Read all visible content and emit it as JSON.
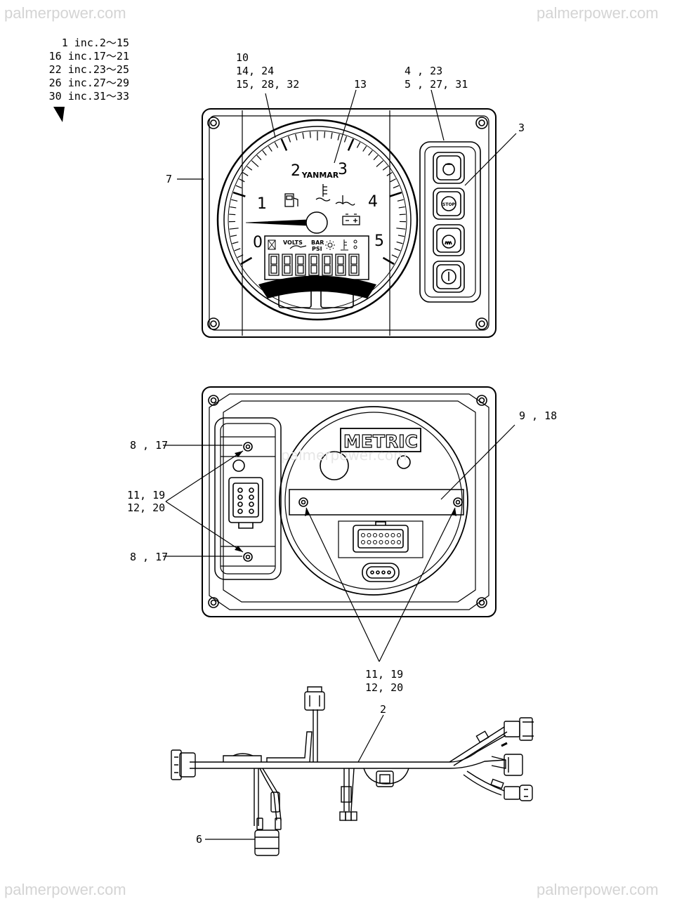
{
  "watermarks": {
    "top_left": "palmerpower.com",
    "top_right": "palmerpower.com",
    "center": "palmerpower.com",
    "bottom_left": "palmerpower.com",
    "bottom_right": "palmerpower.com"
  },
  "inclusion_notes": [
    "1 inc.2～15",
    "16 inc.17～21",
    "22 inc.23～25",
    "26 inc.27～29",
    "30 inc.31～33"
  ],
  "front_view": {
    "gauge_brand": "YANMAR",
    "dial_numbers": [
      "0",
      "1",
      "2",
      "3",
      "4",
      "5"
    ],
    "lcd_labels": {
      "volts": "VOLTS",
      "bar": "BAR",
      "psi": "PSI"
    },
    "button_stop_label": "STOP",
    "callouts": {
      "c10": "10",
      "c14_24": "14, 24",
      "c15_28_32": "15, 28, 32",
      "c13": "13",
      "c4_23": "4 , 23",
      "c5_27_31": "5 , 27, 31",
      "c3": "3",
      "c7": "7"
    }
  },
  "rear_view": {
    "label": "METRIC",
    "callouts": {
      "c8_17_top": "8 , 17",
      "c11_19_left": "11, 19",
      "c12_20_left": "12, 20",
      "c8_17_bottom": "8 , 17",
      "c9_18": "9 , 18",
      "c11_19_bottom": "11, 19",
      "c12_20_bottom": "12, 20"
    }
  },
  "harness": {
    "callouts": {
      "c2": "2",
      "c6": "6"
    }
  }
}
